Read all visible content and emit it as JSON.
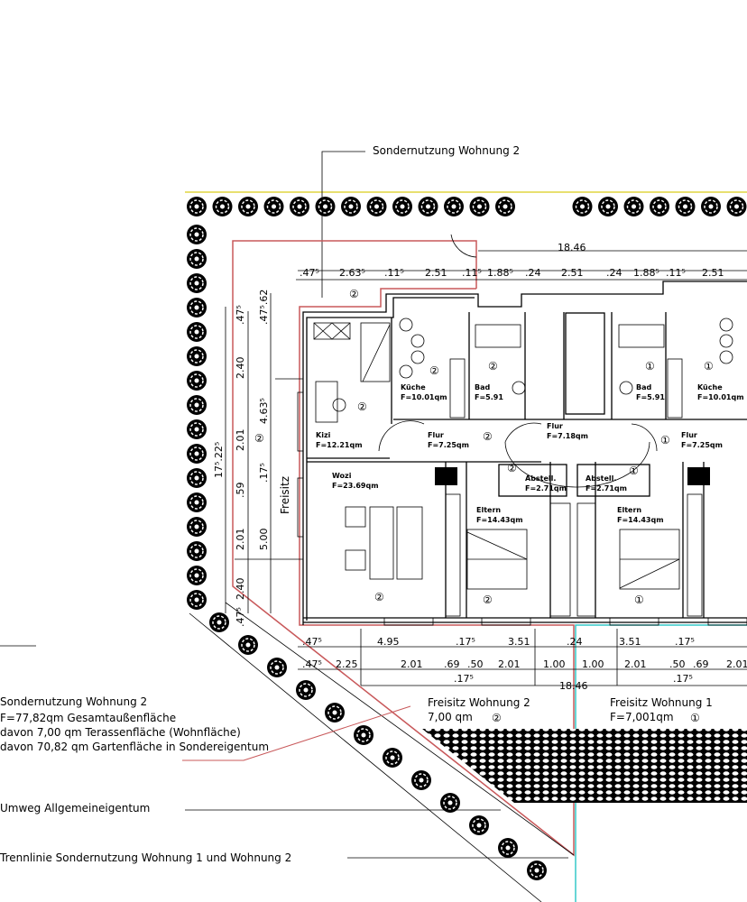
{
  "title_label": "Sondernutzung Wohnung 2",
  "annotations": {
    "sondernutzung": [
      "Sondernutzung Wohnung 2",
      "F=77,82qm Gesamtaußenfläche",
      "davon 7,00 qm Terassenfläche (Wohnfläche)",
      "davon 70,82 qm Gartenfläche in Sondereigentum"
    ],
    "umweg": "Umweg Allgemeineigentum",
    "trennlinie": "Trennlinie Sondernutzung Wohnung 1 und Wohnung 2",
    "freisitz_side": "Freisitz",
    "freisitz2": [
      "Freisitz Wohnung 2",
      "7,00 qm"
    ],
    "freisitz1": [
      "Freisitz Wohnung 1",
      "F=7,001qm"
    ]
  },
  "unit_marks": {
    "w1": "①",
    "w2": "②"
  },
  "rooms": [
    {
      "name": "Küche",
      "area": "F=10.01qm"
    },
    {
      "name": "Bad",
      "area": "F=5.91"
    },
    {
      "name": "Kizi",
      "area": "F=12.21qm"
    },
    {
      "name": "Flur",
      "area": "F=7.25qm"
    },
    {
      "name": "Flur",
      "area": "F=7.18qm"
    },
    {
      "name": "Bad",
      "area": "F=5.91"
    },
    {
      "name": "Küche",
      "area": "F=10.01qm"
    },
    {
      "name": "Flur",
      "area": "F=7.25qm"
    },
    {
      "name": "Wozi",
      "area": "F=23.69qm"
    },
    {
      "name": "Abstell.",
      "area": "F=2.71qm"
    },
    {
      "name": "Abstell.",
      "area": "F=2.71qm"
    },
    {
      "name": "Eltern",
      "area": "F=14.43qm"
    },
    {
      "name": "Eltern",
      "area": "F=14.43qm"
    }
  ],
  "dims_top": {
    "total": "18.46",
    "row": [
      ".47⁵",
      "2.63⁵",
      ".11⁵",
      "2.51",
      ".11⁵",
      "1.88⁵",
      ".24",
      "2.51",
      ".24",
      "1.88⁵",
      ".11⁵",
      "2.51"
    ]
  },
  "dims_left": [
    "2.40",
    "2.01",
    ".59",
    "2.01",
    "2.40",
    "4.63⁵",
    "5.00",
    "17⁵.22⁵",
    ".47⁵",
    ".47⁵",
    ".47⁵.62",
    ".17⁵"
  ],
  "dims_bottom": {
    "row1": [
      ".47⁵",
      "4.95",
      ".17⁵",
      "3.51",
      ".24",
      "3.51",
      ".17⁵"
    ],
    "row2": [
      ".47⁵",
      "2.25",
      "2.01",
      ".69",
      ".50",
      "2.01",
      "1.00",
      "1.00",
      "2.01",
      ".50",
      ".69",
      "2.01"
    ],
    "row3": [
      ".17⁵",
      ".17⁵",
      "18.46"
    ]
  },
  "colors": {
    "unit_boundary": "#c8585a",
    "unit1_boundary": "#35c8c8",
    "hedge_line": "#e8e070"
  }
}
